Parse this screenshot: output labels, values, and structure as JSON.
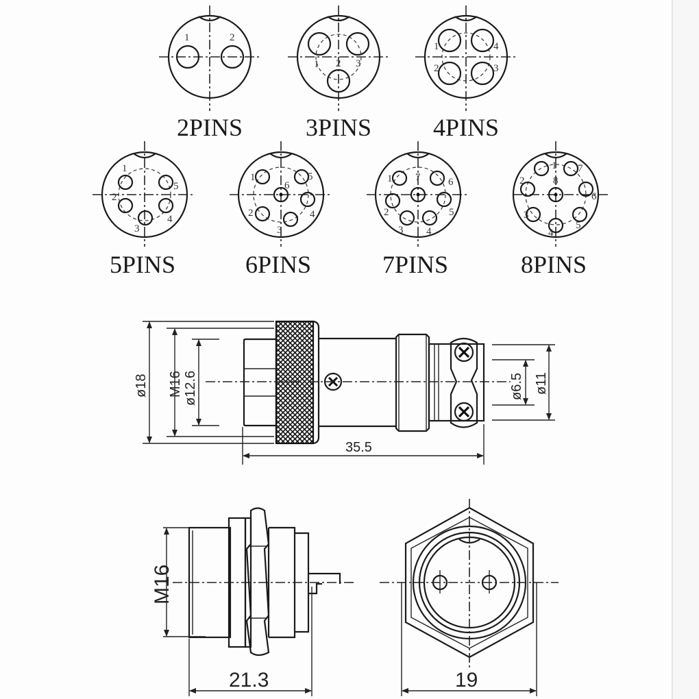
{
  "pin_layouts": {
    "row1": [
      {
        "label": "2PINS",
        "pins": [
          "1",
          "2"
        ]
      },
      {
        "label": "3PINS",
        "pins": [
          "1",
          "2",
          "3"
        ]
      },
      {
        "label": "4PINS",
        "pins": [
          "1",
          "2",
          "3",
          "4"
        ]
      }
    ],
    "row2": [
      {
        "label": "5PINS",
        "pins": [
          "1",
          "2",
          "3",
          "4",
          "5"
        ]
      },
      {
        "label": "6PINS",
        "pins": [
          "1",
          "2",
          "3",
          "4",
          "5",
          "6"
        ]
      },
      {
        "label": "7PINS",
        "pins": [
          "1",
          "2",
          "3",
          "4",
          "5",
          "6",
          "7"
        ]
      },
      {
        "label": "8PINS",
        "pins": [
          "1",
          "2",
          "3",
          "4",
          "5",
          "6",
          "7",
          "8"
        ]
      }
    ]
  },
  "plug_side_view": {
    "dim_outer": "ø18",
    "dim_thread": "M16",
    "dim_inner": "ø12.6",
    "dim_cable": "ø6.5",
    "dim_clamp": "ø11",
    "dim_length": "35.5"
  },
  "socket_side_view": {
    "dim_thread": "M16",
    "dim_length": "21.3"
  },
  "socket_front_view": {
    "dim_width": "19"
  },
  "colors": {
    "line": "#1a1a1a",
    "background": "#fdfdfd"
  }
}
